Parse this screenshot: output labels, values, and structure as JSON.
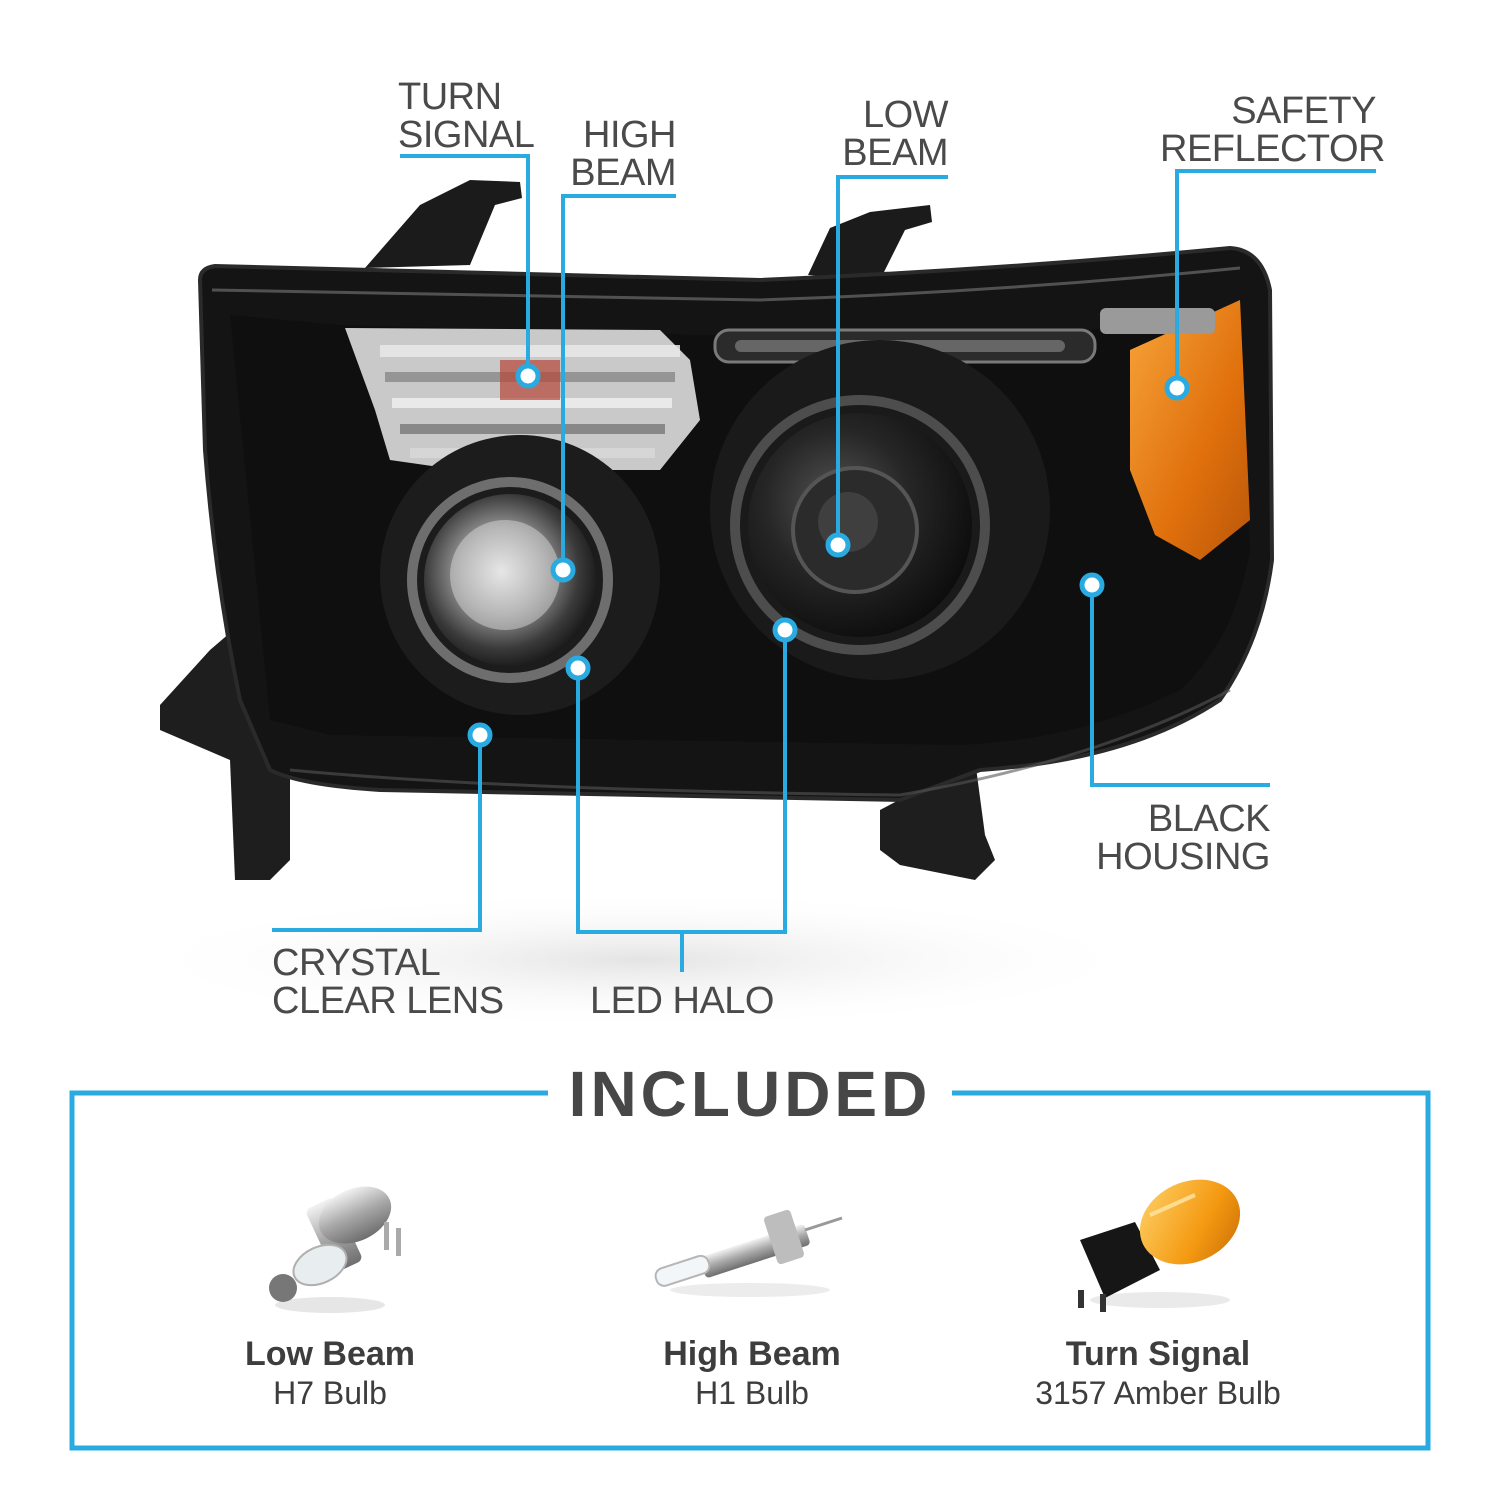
{
  "callouts": {
    "turn_signal": [
      "TURN",
      "SIGNAL"
    ],
    "high_beam": [
      "HIGH",
      "BEAM"
    ],
    "low_beam": [
      "LOW",
      "BEAM"
    ],
    "safety_reflector": [
      "SAFETY",
      "REFLECTOR"
    ],
    "black_housing": [
      "BLACK",
      "HOUSING"
    ],
    "crystal_clear_lens": [
      "CRYSTAL",
      "CLEAR LENS"
    ],
    "led_halo": "LED HALO"
  },
  "included": {
    "title": "INCLUDED",
    "items": [
      {
        "name": "Low Beam",
        "spec": "H7 Bulb"
      },
      {
        "name": "High Beam",
        "spec": "H1 Bulb"
      },
      {
        "name": "Turn Signal",
        "spec": "3157 Amber Bulb"
      }
    ]
  },
  "colors": {
    "accent": "#29abe2",
    "text": "#4a4a4a",
    "housing": "#151515",
    "amber": "#e87a10"
  }
}
